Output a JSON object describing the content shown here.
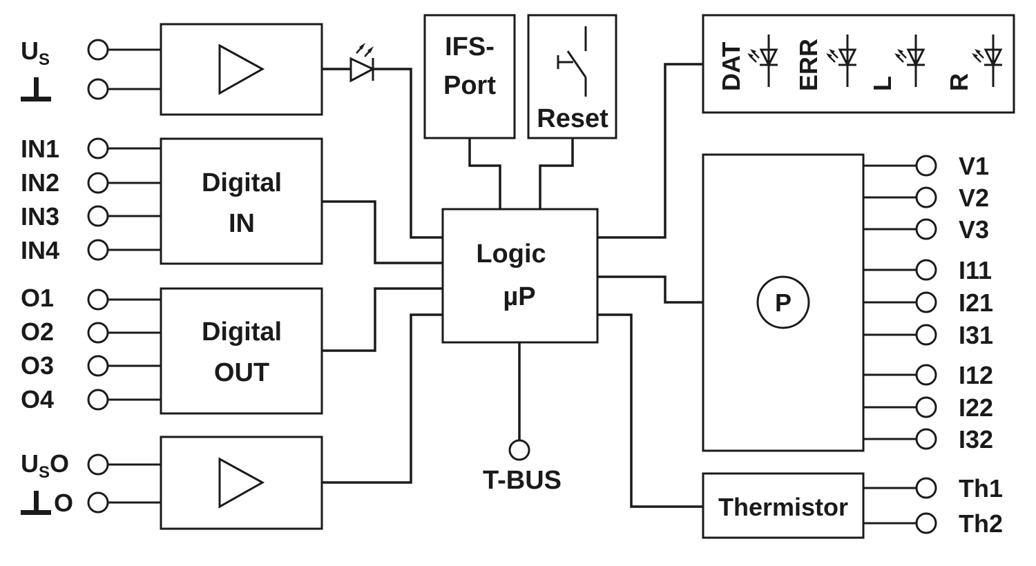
{
  "supply": {
    "us_main": "U",
    "us_sub": "S",
    "uso_main": "U",
    "uso_sub": "S",
    "uso_suffix": "O",
    "gnd_out_suffix": "O"
  },
  "inputs": [
    "IN1",
    "IN2",
    "IN3",
    "IN4"
  ],
  "outputs": [
    "O1",
    "O2",
    "O3",
    "O4"
  ],
  "blocks": {
    "digital_in": [
      "Digital",
      "IN"
    ],
    "digital_out": [
      "Digital",
      "OUT"
    ],
    "ifs_port": [
      "IFS-",
      "Port"
    ],
    "reset": "Reset",
    "logic": [
      "Logic",
      "µP"
    ],
    "power_meter": "P",
    "thermistor": "Thermistor"
  },
  "bus": "T-BUS",
  "leds": [
    "DAT",
    "ERR",
    "L",
    "R"
  ],
  "meter_terminals": [
    "V1",
    "V2",
    "V3",
    "I11",
    "I21",
    "I31",
    "I12",
    "I22",
    "I32"
  ],
  "thermistor_terminals": [
    "Th1",
    "Th2"
  ],
  "colors": {
    "ink": "#1a1a1a",
    "background": "#ffffff"
  }
}
